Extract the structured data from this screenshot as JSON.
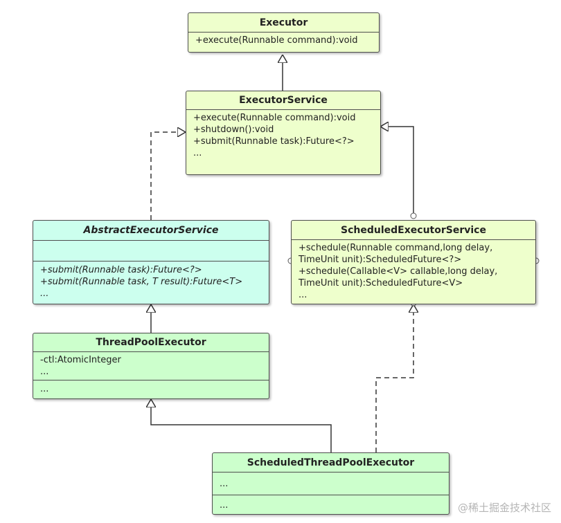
{
  "classes": {
    "executor": {
      "name": "Executor",
      "members": [
        "+execute(Runnable command):void"
      ]
    },
    "executor_service": {
      "name": "ExecutorService",
      "members": [
        "+execute(Runnable command):void",
        "+shutdown():void",
        "+submit(Runnable task):Future<?>",
        "..."
      ]
    },
    "abstract_executor_service": {
      "name": "AbstractExecutorService",
      "attributes": [],
      "methods": [
        "+submit(Runnable task):Future<?>",
        "+submit(Runnable task, T result):Future<T>",
        "..."
      ]
    },
    "scheduled_executor_service": {
      "name": "ScheduledExecutorService",
      "members": [
        "+schedule(Runnable command,long delay,",
        "TimeUnit unit):ScheduledFuture<?>",
        "+schedule(Callable<V> callable,long delay,",
        "TimeUnit unit):ScheduledFuture<V>",
        "..."
      ]
    },
    "thread_pool_executor": {
      "name": "ThreadPoolExecutor",
      "attributes": [
        "-ctl:AtomicInteger",
        "..."
      ],
      "methods": [
        "..."
      ]
    },
    "scheduled_thread_pool_executor": {
      "name": "ScheduledThreadPoolExecutor",
      "attributes": [
        "..."
      ],
      "methods": [
        "..."
      ]
    }
  },
  "relationships": [
    {
      "from": "ExecutorService",
      "to": "Executor",
      "type": "extends"
    },
    {
      "from": "AbstractExecutorService",
      "to": "ExecutorService",
      "type": "implements"
    },
    {
      "from": "ScheduledExecutorService",
      "to": "ExecutorService",
      "type": "extends"
    },
    {
      "from": "ThreadPoolExecutor",
      "to": "AbstractExecutorService",
      "type": "extends"
    },
    {
      "from": "ScheduledThreadPoolExecutor",
      "to": "ThreadPoolExecutor",
      "type": "extends"
    },
    {
      "from": "ScheduledThreadPoolExecutor",
      "to": "ScheduledExecutorService",
      "type": "implements"
    }
  ],
  "colors": {
    "interface_fill": "#eeffcc",
    "abstract_fill": "#ccffee",
    "class_fill": "#ccffcc",
    "border": "#4d4d4d",
    "edge": "#333333"
  },
  "watermark": "@稀土掘金技术社区"
}
